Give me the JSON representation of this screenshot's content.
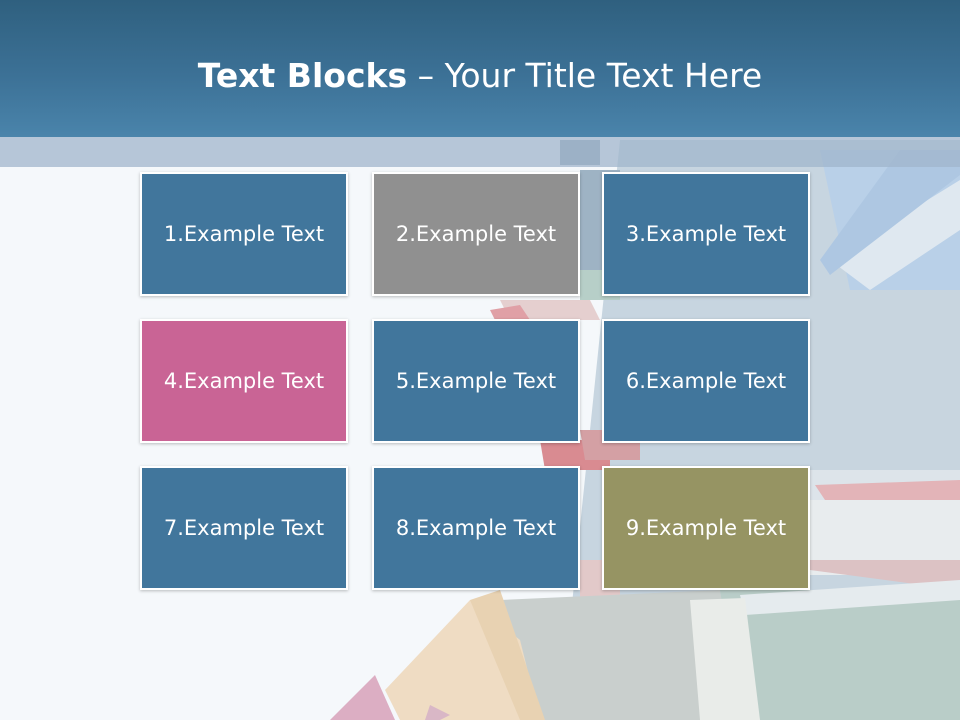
{
  "slide": {
    "title_bold": "Text Blocks",
    "title_dash": " – ",
    "title_rest": "Your Title Text Here",
    "header_color": "#3c7196",
    "blocks": [
      {
        "label": "1.Example Text",
        "color": "#41769c"
      },
      {
        "label": "2.Example Text",
        "color": "#909090"
      },
      {
        "label": "3.Example Text",
        "color": "#41769c"
      },
      {
        "label": "4.Example Text",
        "color": "#c96495"
      },
      {
        "label": "5.Example Text",
        "color": "#41769c"
      },
      {
        "label": "6.Example Text",
        "color": "#41769c"
      },
      {
        "label": "7.Example Text",
        "color": "#41769c"
      },
      {
        "label": "8.Example Text",
        "color": "#41769c"
      },
      {
        "label": "9.Example Text",
        "color": "#969463"
      }
    ]
  }
}
